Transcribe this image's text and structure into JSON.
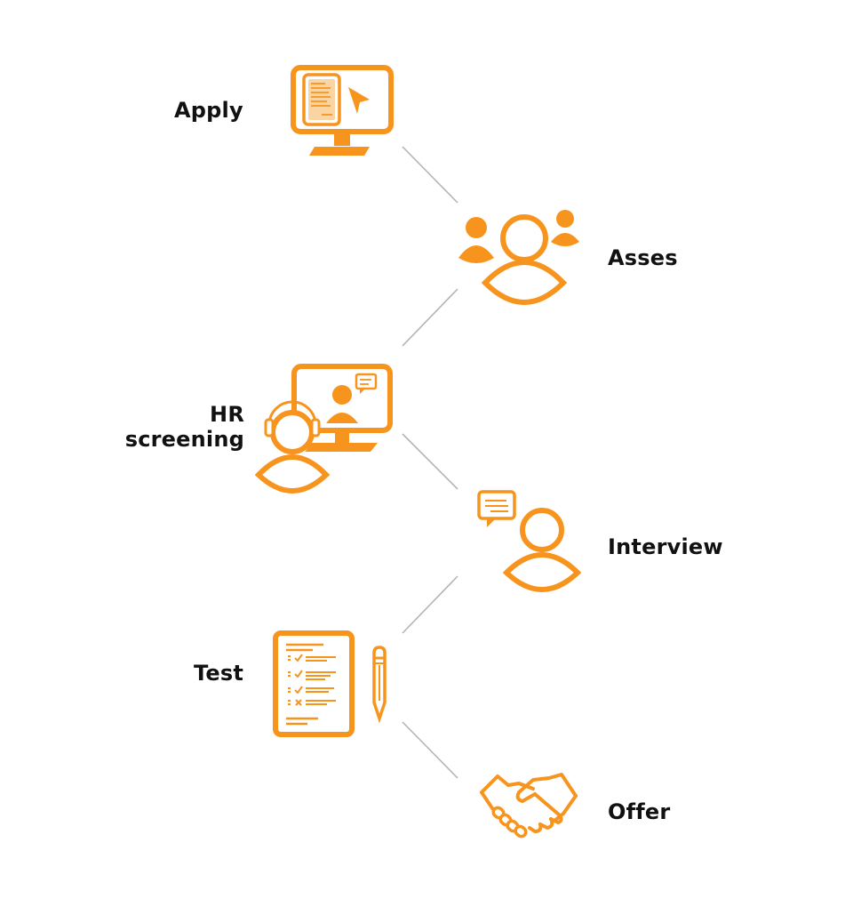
{
  "steps": [
    {
      "id": "apply",
      "label": "Apply",
      "icon": "monitor-document-cursor-icon"
    },
    {
      "id": "asses",
      "label": "Asses",
      "icon": "people-group-icon"
    },
    {
      "id": "hr_screening",
      "label_lines": [
        "HR",
        "screening"
      ],
      "icon": "video-call-headset-icon"
    },
    {
      "id": "interview",
      "label": "Interview",
      "icon": "person-speech-bubble-icon"
    },
    {
      "id": "test",
      "label": "Test",
      "icon": "checklist-pencil-icon"
    },
    {
      "id": "offer",
      "label": "Offer",
      "icon": "handshake-icon"
    }
  ],
  "colors": {
    "accent": "#f7941d",
    "connector": "#b4b4b4",
    "label": "#111111"
  }
}
